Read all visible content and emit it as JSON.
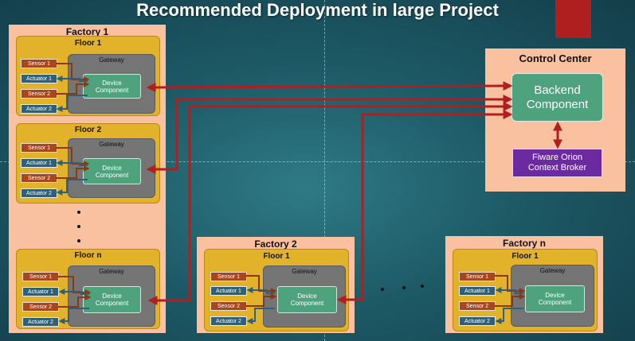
{
  "title": "Recommended Deployment in large Project",
  "factories": {
    "f1": {
      "label": "Factory 1"
    },
    "f2": {
      "label": "Factory 2"
    },
    "fn": {
      "label": "Factory n"
    }
  },
  "floors": {
    "f1_floor1": "Floor 1",
    "f1_floor2": "Floor 2",
    "f1_floorn": "Floor n",
    "f2_floor1": "Floor 1",
    "fn_floor1": "Floor 1"
  },
  "unit": {
    "gateway": "Gateway",
    "device_line1": "Device",
    "device_line2": "Component",
    "sensor1": "Sensor 1",
    "sensor2": "Sensor 2",
    "actuator1": "Actuator 1",
    "actuator2": "Actuator 2"
  },
  "control_center": {
    "label": "Control Center",
    "backend_line1": "Backend",
    "backend_line2": "Component",
    "orion_line1": "Fiware Orion",
    "orion_line2": "Context Broker"
  },
  "colors": {
    "arrow": "#b01f1f",
    "connector_sensor": "#8a3a12",
    "connector_actuator": "#2f6077",
    "factory_bg": "#f9c1a0",
    "floor_bg": "#e3b22b",
    "gateway_bg": "#757575",
    "device_bg": "#4ea27d",
    "orion_bg": "#6b2aa0"
  }
}
